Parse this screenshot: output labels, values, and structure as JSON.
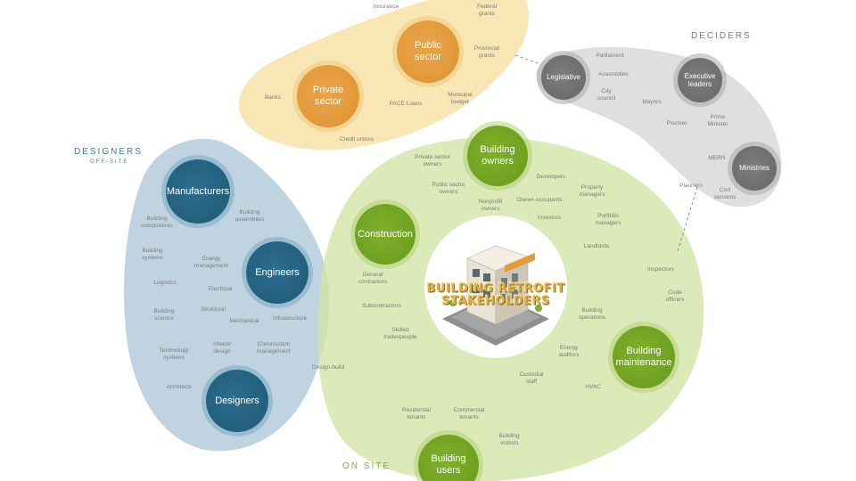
{
  "title": "BUILDING RETROFIT\nSTAKEHOLDERS",
  "headings": {
    "designers": "DESIGNERS",
    "designers_sub": "OFF-SITE",
    "deciders": "DECIDERS",
    "on_site": "ON SITE"
  },
  "colors": {
    "funders": "#e39a3b",
    "designers": "#245f7d",
    "on_site": "#6fa121",
    "deciders": "#6d6d6d"
  },
  "groups": {
    "funders": {
      "circles": [
        "Public\nsector",
        "Private\nsector"
      ],
      "labels": [
        "Insurance",
        "Federal\ngrants",
        "Provincial\ngrants",
        "Banks",
        "PACE Loans",
        "Municipal\nbudget",
        "Credit unions"
      ]
    },
    "designers": {
      "circles": [
        "Manufacturers",
        "Engineers",
        "Designers"
      ],
      "labels": [
        "Building\ncomponents",
        "Building\nassemblies",
        "Building\nsystems",
        "Energy\nmanagement",
        "Logistics",
        "Electrical",
        "Building\nscience",
        "Structural",
        "Mechanical",
        "Infrastructure",
        "Technology\nsystems",
        "Interior\ndesign",
        "Construction\nmanagement",
        "Architects",
        "Design-build"
      ]
    },
    "on_site": {
      "circles": [
        "Building\nowners",
        "Construction",
        "Building\nmaintenance",
        "Building\nusers"
      ],
      "labels": [
        "Private sector\nowners",
        "Public sector\nowners",
        "Nonprofit\nowners",
        "Developers",
        "Owner-occupants",
        "Property\nmanagers",
        "Investors",
        "Portfolio\nmanagers",
        "Landlords",
        "General\ncontractors",
        "Subcontractors",
        "Skilled\ntradespeople",
        "Building\noperations",
        "Energy\nauditors",
        "HVAC",
        "Custodial\nstaff",
        "Residential\ntenants",
        "Commercial\ntenants",
        "Building\nvisitors",
        "Inspectors",
        "Code\nofficers"
      ]
    },
    "deciders": {
      "circles": [
        "Legislative",
        "Executive\nleaders",
        "Ministries"
      ],
      "labels": [
        "Parliament",
        "Assemblies",
        "City\ncouncil",
        "Mayors",
        "Premier",
        "Prime\nMinister",
        "MERN",
        "Planners",
        "Civil\nservants"
      ]
    }
  }
}
